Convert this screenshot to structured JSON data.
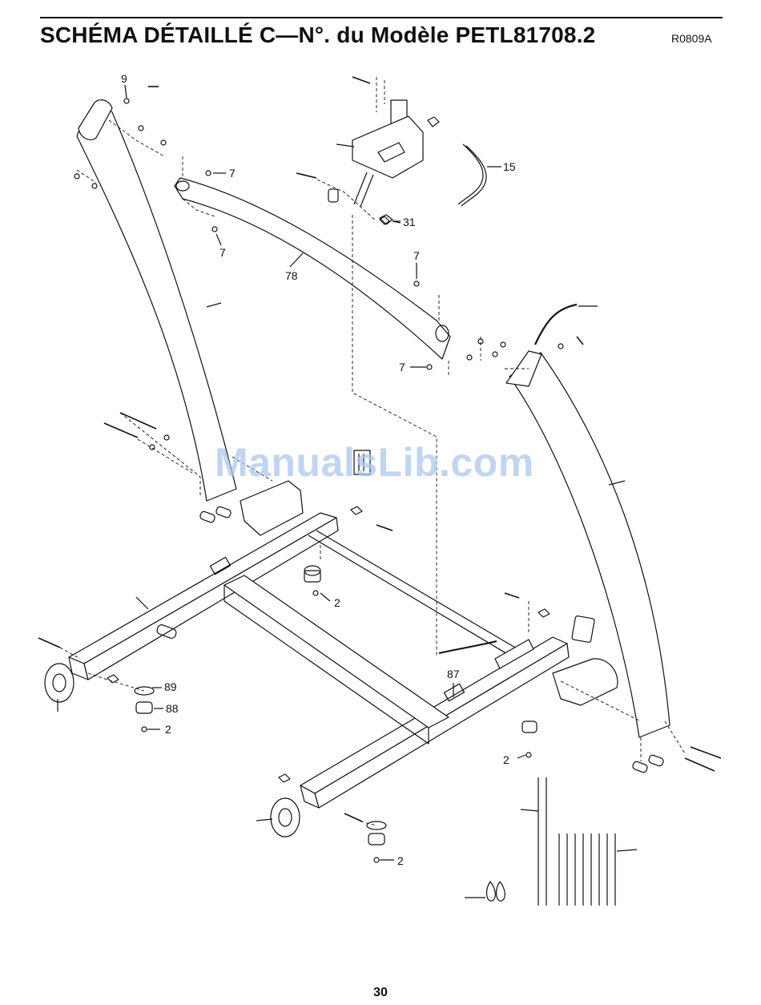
{
  "header": {
    "title": "SCHÉMA DÉTAILLÉ C—N°. du Modèle PETL81708.2",
    "code": "R0809A"
  },
  "watermark": "ManualsLib.com",
  "page_number": "30",
  "callouts": [
    {
      "id": "c9",
      "text": "9"
    },
    {
      "id": "c7a",
      "text": "7"
    },
    {
      "id": "c7b",
      "text": "7"
    },
    {
      "id": "c7c",
      "text": "7"
    },
    {
      "id": "c7d",
      "text": "7"
    },
    {
      "id": "c78",
      "text": "78"
    },
    {
      "id": "c15",
      "text": "15"
    },
    {
      "id": "c31",
      "text": "31"
    },
    {
      "id": "c2a",
      "text": "2"
    },
    {
      "id": "c2b",
      "text": "2"
    },
    {
      "id": "c2c",
      "text": "2"
    },
    {
      "id": "c2d",
      "text": "2"
    },
    {
      "id": "c89",
      "text": "89"
    },
    {
      "id": "c88",
      "text": "88"
    },
    {
      "id": "c87",
      "text": "87"
    }
  ]
}
